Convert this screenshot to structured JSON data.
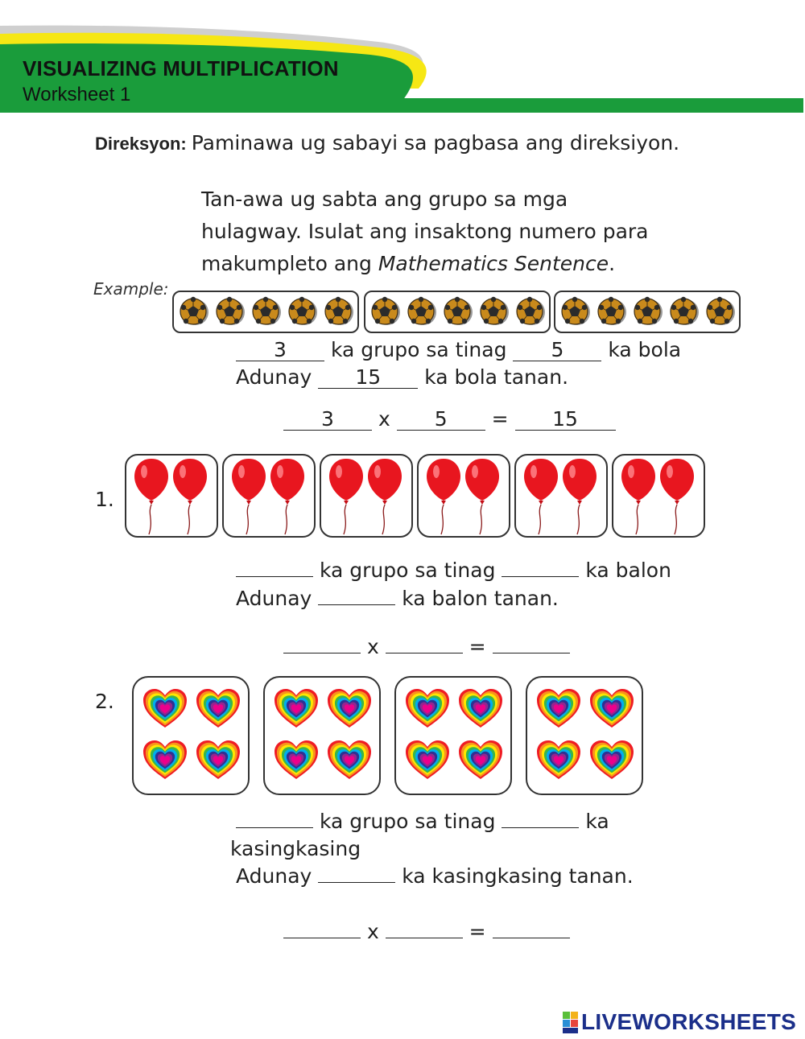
{
  "header": {
    "title": "VISUALIZING MULTIPLICATION",
    "subtitle": "Worksheet 1",
    "colors": {
      "green": "#1a9c3b",
      "yellow": "#f6e714",
      "gray": "#c9c9c9"
    }
  },
  "direction": {
    "label": "Direksyon:",
    "text": "Paminawa ug sabayi sa pagbasa ang direksiyon."
  },
  "instructions": {
    "line1": "Tan-awa ug sabta ang grupo sa mga",
    "line2": "hulagway. Isulat ang insaktong numero para",
    "line3_prefix": "makumpleto ang ",
    "line3_em": "Mathematics Sentence",
    "line3_suffix": "."
  },
  "example": {
    "label": "Example:",
    "icon": "soccer-ball-icon",
    "groups": 3,
    "per_group": 5,
    "total": 15,
    "a1": "3",
    "t1": "ka grupo sa tinag",
    "a2": "5",
    "t2": "ka bola",
    "adunay": "Adunay",
    "a3": "15",
    "t3": "ka bola tanan.",
    "eq_a": "3",
    "times": "x",
    "eq_b": "5",
    "equals": "=",
    "eq_c": "15"
  },
  "item1": {
    "number": "1.",
    "icon": "red-balloon-icon",
    "groups": 6,
    "per_group": 2,
    "t1": "ka grupo sa tinag",
    "t2": "ka balon",
    "adunay": "Adunay",
    "t3": "ka balon tanan.",
    "times": "x",
    "equals": "="
  },
  "item2": {
    "number": "2.",
    "icon": "rainbow-heart-icon",
    "groups": 4,
    "per_group": 4,
    "t1": "ka grupo sa tinag",
    "t2": "ka",
    "t2b": "kasingkasing",
    "adunay": "Adunay",
    "t3": "ka kasingkasing tanan.",
    "times": "x",
    "equals": "="
  },
  "footer": {
    "brand": "LIVEWORKSHEETS",
    "logo_icon": "liveworksheets-logo-icon"
  }
}
